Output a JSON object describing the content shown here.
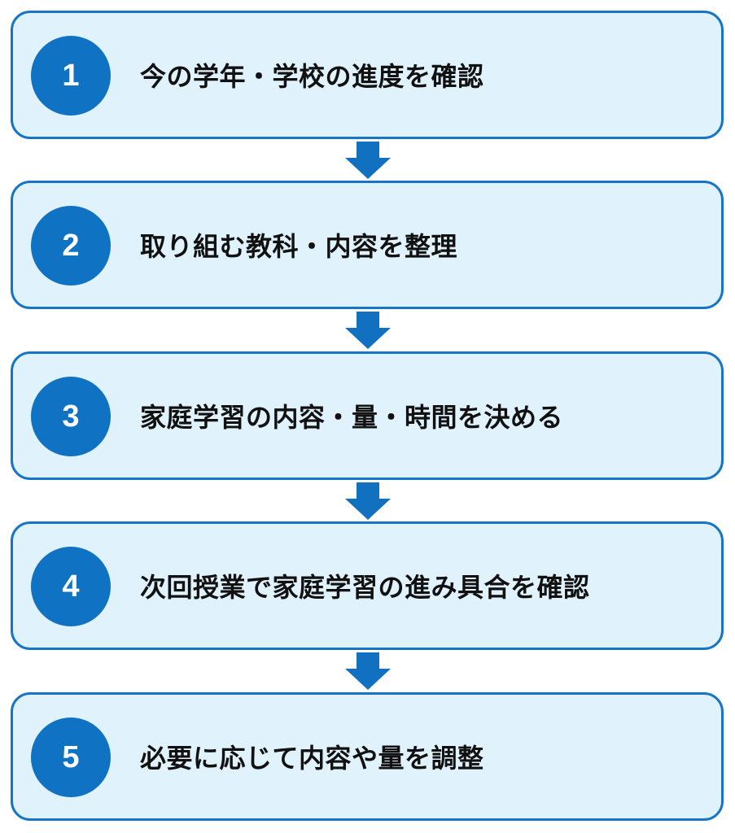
{
  "colors": {
    "box_fill": "#e0f2fc",
    "box_border": "#1676c5",
    "badge_fill": "#1072c2",
    "arrow": "#1270c0",
    "text": "#111111"
  },
  "steps": [
    {
      "number": "1",
      "text": "今の学年・学校の進度を確認"
    },
    {
      "number": "2",
      "text": "取り組む教科・内容を整理"
    },
    {
      "number": "3",
      "text": "家庭学習の内容・量・時間を決める"
    },
    {
      "number": "4",
      "text": "次回授業で家庭学習の進み具合を確認"
    },
    {
      "number": "5",
      "text": "必要に応じて内容や量を調整"
    }
  ]
}
